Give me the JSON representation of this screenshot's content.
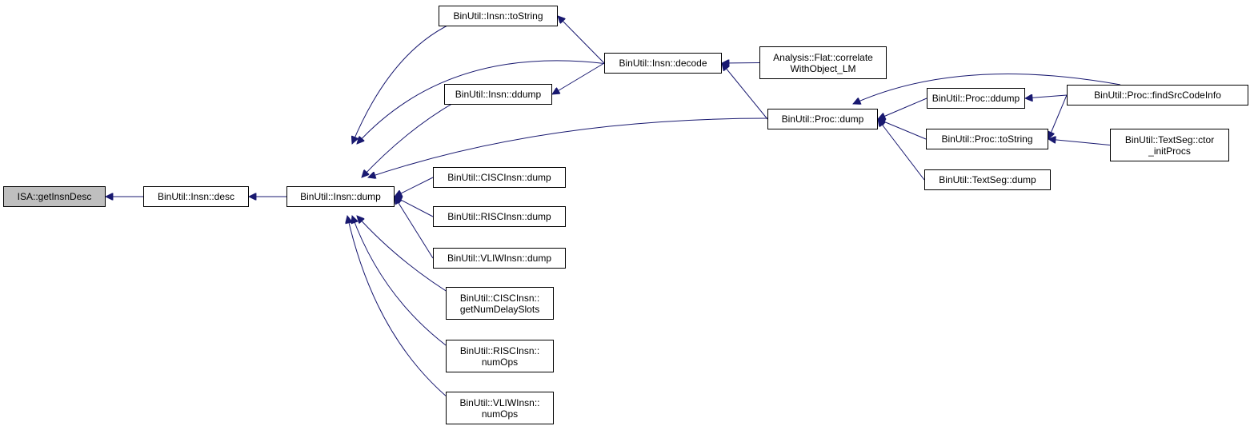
{
  "colors": {
    "edge": "#191970",
    "root_fill": "#bfbfbf",
    "node_fill": "#ffffff",
    "border": "#000000"
  },
  "nodes": [
    {
      "id": "isa_getinsndesc",
      "lines": [
        "ISA::getInsnDesc"
      ],
      "root": true
    },
    {
      "id": "insn_desc",
      "lines": [
        "BinUtil::Insn::desc"
      ]
    },
    {
      "id": "insn_dump",
      "lines": [
        "BinUtil::Insn::dump"
      ]
    },
    {
      "id": "insn_tostring",
      "lines": [
        "BinUtil::Insn::toString"
      ]
    },
    {
      "id": "insn_ddump",
      "lines": [
        "BinUtil::Insn::ddump"
      ]
    },
    {
      "id": "ciscinsn_dump",
      "lines": [
        "BinUtil::CISCInsn::dump"
      ]
    },
    {
      "id": "riscinsn_dump",
      "lines": [
        "BinUtil::RISCInsn::dump"
      ]
    },
    {
      "id": "vliwinsn_dump",
      "lines": [
        "BinUtil::VLIWInsn::dump"
      ]
    },
    {
      "id": "ciscinsn_getnumdelayslots",
      "lines": [
        "BinUtil::CISCInsn::",
        "getNumDelaySlots"
      ]
    },
    {
      "id": "riscinsn_numops",
      "lines": [
        "BinUtil::RISCInsn::",
        "numOps"
      ]
    },
    {
      "id": "vliwinsn_numops",
      "lines": [
        "BinUtil::VLIWInsn::",
        "numOps"
      ]
    },
    {
      "id": "insn_decode",
      "lines": [
        "BinUtil::Insn::decode"
      ]
    },
    {
      "id": "proc_dump",
      "lines": [
        "BinUtil::Proc::dump"
      ]
    },
    {
      "id": "flat_correlate",
      "lines": [
        "Analysis::Flat::correlate",
        "WithObject_LM"
      ]
    },
    {
      "id": "proc_ddump",
      "lines": [
        "BinUtil::Proc::ddump"
      ]
    },
    {
      "id": "proc_tostring",
      "lines": [
        "BinUtil::Proc::toString"
      ]
    },
    {
      "id": "textseg_dump",
      "lines": [
        "BinUtil::TextSeg::dump"
      ]
    },
    {
      "id": "proc_findsrccodeinfo",
      "lines": [
        "BinUtil::Proc::findSrcCodeInfo"
      ]
    },
    {
      "id": "textseg_ctor_initprocs",
      "lines": [
        "BinUtil::TextSeg::ctor",
        "_initProcs"
      ]
    }
  ],
  "edges": [
    [
      "insn_desc",
      "isa_getinsndesc"
    ],
    [
      "insn_dump",
      "insn_desc"
    ],
    [
      "insn_tostring",
      "insn_dump"
    ],
    [
      "insn_decode",
      "insn_dump"
    ],
    [
      "insn_ddump",
      "insn_dump"
    ],
    [
      "proc_dump",
      "insn_dump"
    ],
    [
      "ciscinsn_dump",
      "insn_dump"
    ],
    [
      "riscinsn_dump",
      "insn_dump"
    ],
    [
      "vliwinsn_dump",
      "insn_dump"
    ],
    [
      "ciscinsn_getnumdelayslots",
      "insn_dump"
    ],
    [
      "riscinsn_numops",
      "insn_dump"
    ],
    [
      "vliwinsn_numops",
      "insn_dump"
    ],
    [
      "insn_decode",
      "insn_tostring"
    ],
    [
      "insn_decode",
      "insn_ddump"
    ],
    [
      "flat_correlate",
      "insn_decode"
    ],
    [
      "proc_dump",
      "insn_decode"
    ],
    [
      "proc_ddump",
      "proc_dump"
    ],
    [
      "proc_tostring",
      "proc_dump"
    ],
    [
      "textseg_dump",
      "proc_dump"
    ],
    [
      "proc_findsrccodeinfo",
      "proc_dump"
    ],
    [
      "proc_findsrccodeinfo",
      "proc_ddump"
    ],
    [
      "proc_findsrccodeinfo",
      "proc_tostring"
    ],
    [
      "textseg_ctor_initprocs",
      "proc_tostring"
    ]
  ]
}
